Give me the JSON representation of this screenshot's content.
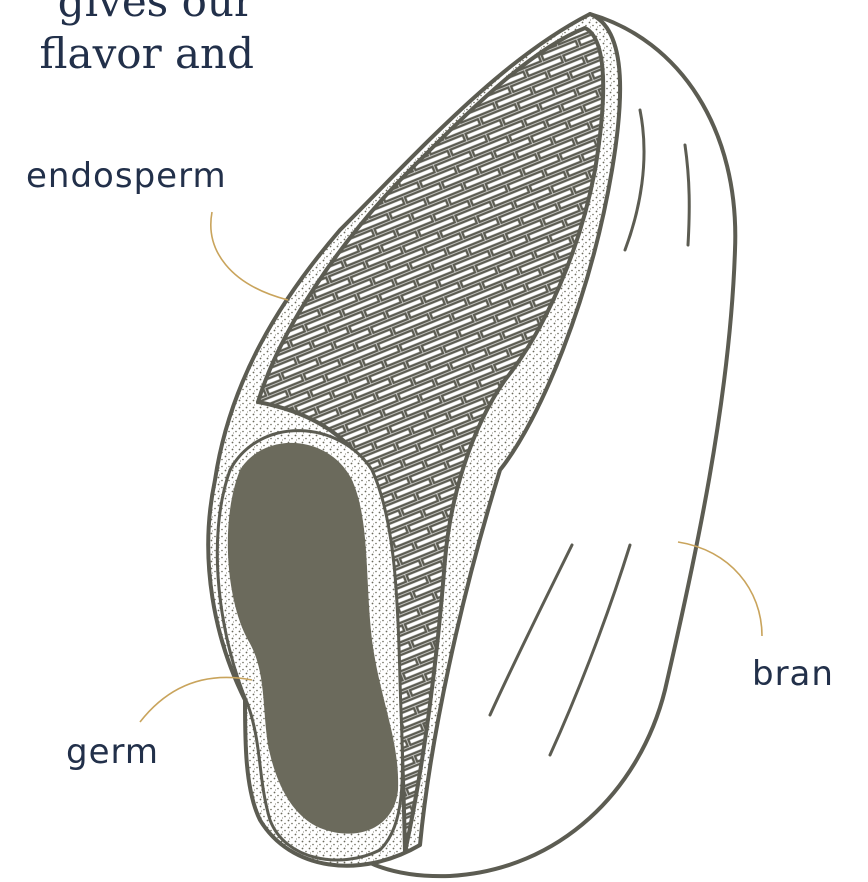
{
  "heading": {
    "line1": "gives our",
    "line2": "flavor and"
  },
  "labels": {
    "endosperm": "endosperm",
    "germ": "germ",
    "bran": "bran"
  },
  "colors": {
    "text": "#22304a",
    "outline": "#5c5c52",
    "germ_fill": "#6b6a5c",
    "leader_line": "#c9a45c",
    "background": "#ffffff"
  }
}
